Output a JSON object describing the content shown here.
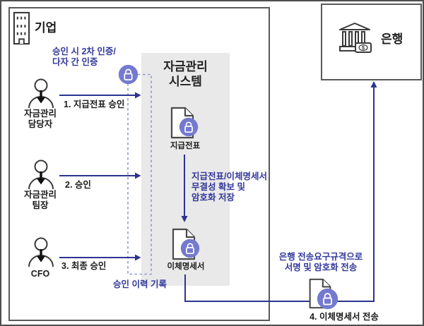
{
  "company": {
    "label": "기업"
  },
  "bank": {
    "label": "은행"
  },
  "system": {
    "title": "자금관리\n시스템",
    "doc_payment_label": "지급전표",
    "doc_transfer_label": "이체명세서"
  },
  "actors": [
    {
      "name": "자금관리\n담당자",
      "action": "1. 지급전표 승인"
    },
    {
      "name": "자금관리\n팀장",
      "action": "2. 승인"
    },
    {
      "name": "CFO",
      "action": "3. 최종 승인"
    }
  ],
  "notes": {
    "auth": "승인 시 2차 인증/\n다자 간 인증",
    "history": "승인 이력 기록",
    "integrity": "지급전표/이체명세서\n무결성 확보 및\n암호화 저장",
    "transfer": "은행 전송요구규격으로\n서명 및 암호화 전송"
  },
  "transfer_doc": {
    "label": "4. 이체명세서 전송"
  },
  "icons": [
    "building-icon",
    "bank-icon",
    "person-approver-icon",
    "document-icon",
    "lock-badge-icon",
    "dollar-bill-icon"
  ],
  "colors": {
    "accent_line": "#2d3392",
    "text_blue": "#32389b",
    "lock_badge": "#747ace",
    "dashed_line": "#9096d8",
    "system_bg": "#e9e9e9",
    "border_gray": "#595959"
  }
}
